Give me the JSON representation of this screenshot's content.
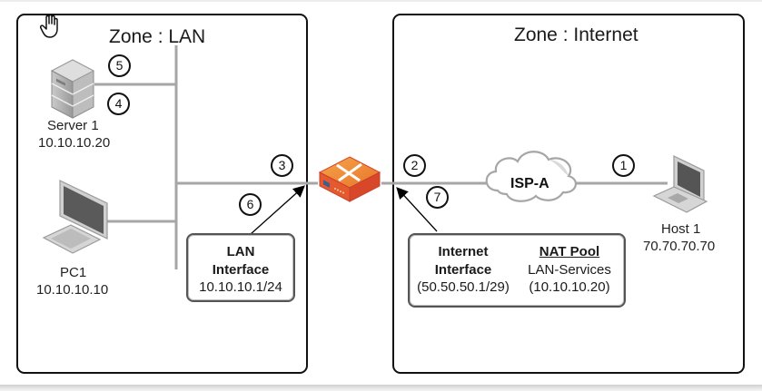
{
  "diagram": {
    "zones": [
      {
        "id": "lan",
        "title": "Zone : LAN"
      },
      {
        "id": "internet",
        "title": "Zone : Internet"
      }
    ],
    "devices": {
      "server1": {
        "name": "Server 1",
        "ip": "10.10.10.20",
        "icon": "server-icon"
      },
      "pc1": {
        "name": "PC1",
        "ip": "10.10.10.10",
        "icon": "desktop-icon"
      },
      "firewall": {
        "icon": "firewall-icon",
        "color": "#e8742a"
      },
      "isp": {
        "name": "ISP-A",
        "icon": "cloud-icon"
      },
      "host1": {
        "name": "Host 1",
        "ip": "70.70.70.70",
        "icon": "laptop-icon"
      }
    },
    "steps": [
      "1",
      "2",
      "3",
      "4",
      "5",
      "6",
      "7"
    ],
    "lan_interface": {
      "line1": "LAN",
      "line2": "Interface",
      "ip": "10.10.10.1/24"
    },
    "internet_interface": {
      "line1": "Internet",
      "line2": "Interface",
      "ip": "(50.50.50.1/29)"
    },
    "nat_pool": {
      "title": "NAT Pool",
      "name": "LAN-Services",
      "ip": "(10.10.10.20)"
    },
    "colors": {
      "link": "#a6a6a6",
      "zone_border": "#111111",
      "firewall_orange": "#e8742a",
      "firewall_red": "#d9472b"
    },
    "cursor": "hand-cursor-icon"
  }
}
